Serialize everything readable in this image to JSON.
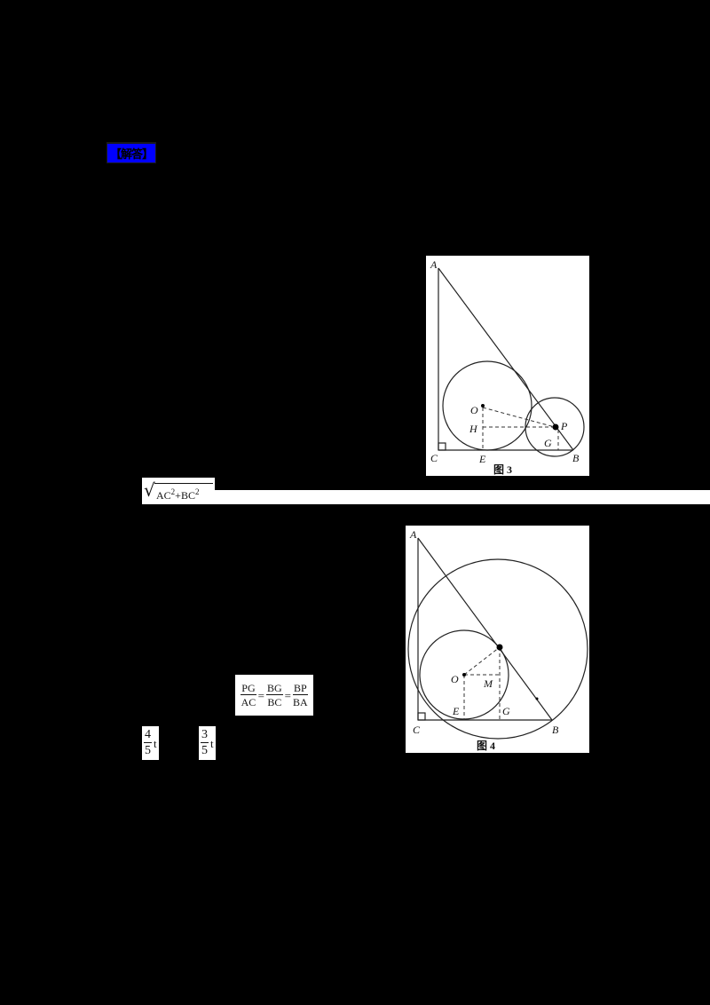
{
  "answer_label": "【解答】",
  "figure3": {
    "caption": "图 3",
    "labels": {
      "A": "A",
      "C": "C",
      "E": "E",
      "B": "B",
      "O": "O",
      "H": "H",
      "P": "P",
      "G": "G"
    }
  },
  "sqrt_formula": {
    "radicand_a": "AC",
    "radicand_b": "BC",
    "exp": "2",
    "plus": "+"
  },
  "figure4": {
    "caption": "图 4",
    "labels": {
      "A": "A",
      "C": "C",
      "E": "E",
      "G": "G",
      "B": "B",
      "O": "O",
      "M": "M"
    }
  },
  "ratio_formula": {
    "fractions": [
      {
        "num": "PG",
        "den": "AC"
      },
      {
        "num": "BG",
        "den": "BC"
      },
      {
        "num": "BP",
        "den": "BA"
      }
    ],
    "eq": "="
  },
  "t_expressions": [
    {
      "num": "4",
      "den": "5",
      "var": "t"
    },
    {
      "num": "3",
      "den": "5",
      "var": "t"
    }
  ]
}
